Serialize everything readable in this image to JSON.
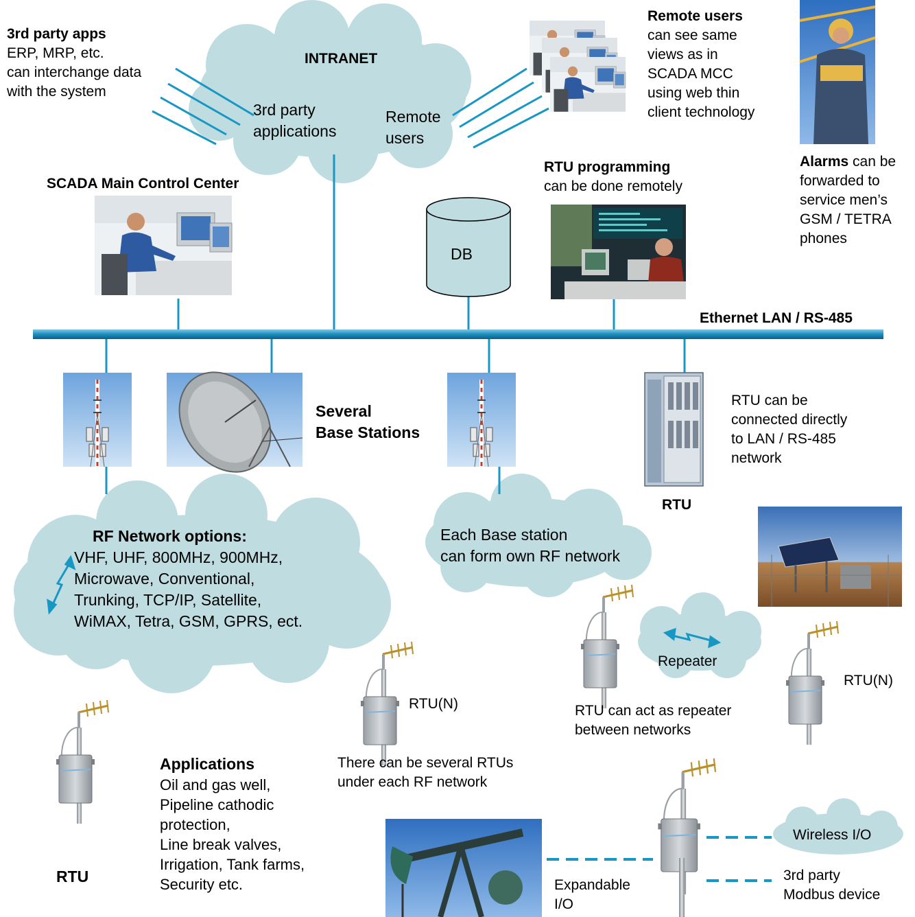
{
  "intranet": {
    "title": "INTRANET",
    "third_party": "3rd party\napplications",
    "remote_users": "Remote\nusers"
  },
  "third_party_apps": {
    "title": "3rd party apps",
    "body": "ERP, MRP, etc.\ncan interchange data\nwith the system"
  },
  "remote_users_note": {
    "title": "Remote users",
    "body": "can see same\nviews as in\nSCADA MCC\nusing web thin\nclient technology"
  },
  "alarms_note": {
    "title": "Alarms",
    "body": " can be\nforwarded to\nservice men’s\nGSM / TETRA\nphones"
  },
  "scada_title": "SCADA Main Control Center",
  "rtu_programming": {
    "title": "RTU programming",
    "body": "can be done remotely"
  },
  "db_label": "DB",
  "lan_label": "Ethernet LAN / RS-485",
  "base_stations_label": "Several\nBase Stations",
  "rtu_lan_note": "RTU can be\nconnected directly\nto LAN / RS-485\nnetwork",
  "rtu_cabinet_label": "RTU",
  "rf_options": {
    "title": "RF Network options:",
    "body": "VHF, UHF, 800MHz, 900MHz,\nMicrowave, Conventional,\n Trunking, TCP/IP, Satellite,\nWiMAX, Tetra, GSM, GPRS, ect."
  },
  "base_station_rf": "Each Base station\ncan form own RF network",
  "repeater_label": "Repeater",
  "rtu_n_left": "RTU(N)",
  "rtu_n_right": "RTU(N)",
  "repeater_note": "RTU can act as repeater\nbetween networks",
  "several_rtus_note": "There can be several RTUs\nunder each RF network",
  "applications": {
    "title": "Applications",
    "body": "Oil and gas well,\nPipeline cathodic\nprotection,\nLine break valves,\nIrrigation, Tank farms,\nSecurity etc."
  },
  "rtu_bottom_label": "RTU",
  "expandable_io": "Expandable\nI/O",
  "wireless_io": "Wireless I/O",
  "modbus_device": "3rd party\nModbus device",
  "colors": {
    "cloud": "#bfdde1",
    "line": "#1897c4",
    "bus": "#1a8fc0",
    "sky": "#4d86cf"
  }
}
